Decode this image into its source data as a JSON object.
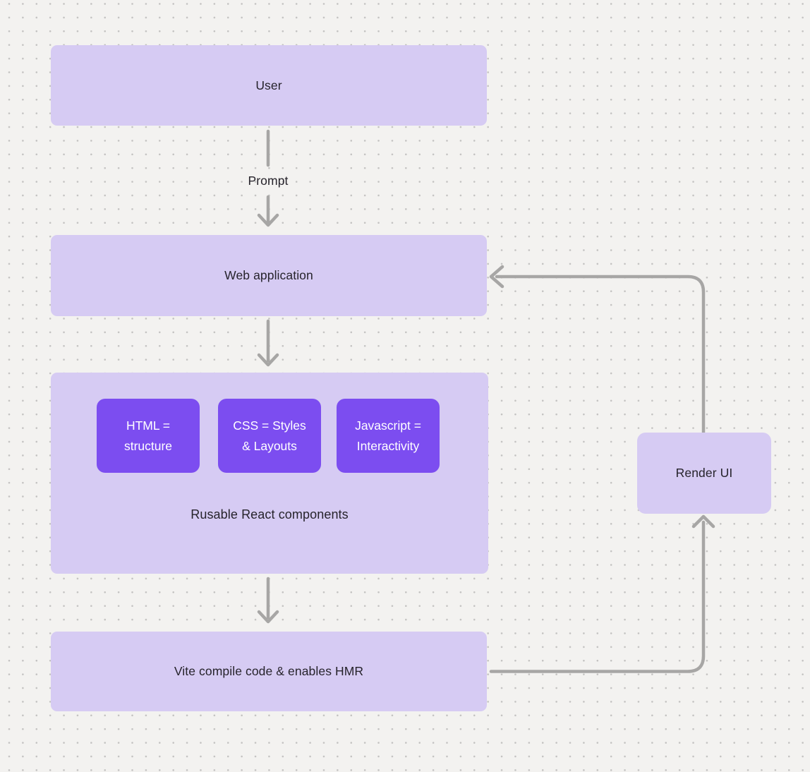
{
  "diagram": {
    "nodes": {
      "user": {
        "label": "User"
      },
      "web_application": {
        "label": "Web application"
      },
      "vite": {
        "label": "Vite compile code & enables HMR"
      },
      "render_ui": {
        "label": "Render UI"
      }
    },
    "components_group": {
      "caption": "Rusable React components",
      "items": [
        {
          "id": "html",
          "label": "HTML = structure"
        },
        {
          "id": "css",
          "label": "CSS = Styles & Layouts"
        },
        {
          "id": "js",
          "label": "Javascript = Interactivity"
        }
      ]
    },
    "edges": {
      "prompt_label": "Prompt"
    },
    "colors": {
      "background": "#f3f2f0",
      "dot_grid": "#c3c2c1",
      "node_fill": "#d6cbf3",
      "component_fill": "#7c4df0",
      "component_text": "#ffffff",
      "node_text": "#26232b",
      "connector": "#a7a6a5"
    }
  }
}
